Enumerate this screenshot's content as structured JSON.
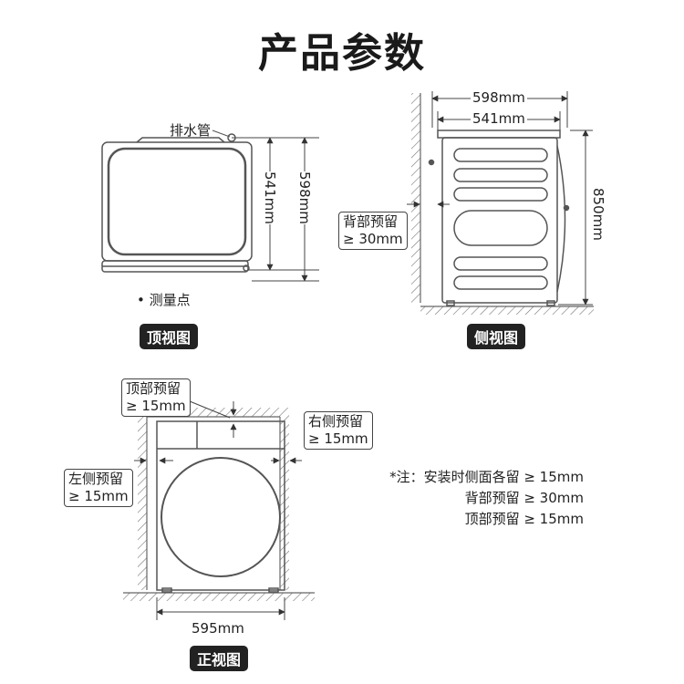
{
  "title": "产品参数",
  "top_view": {
    "label": "顶视图",
    "drain_pipe": "排水管",
    "measure_point": "• 测量点",
    "dim_541": "541mm",
    "dim_598": "598mm"
  },
  "side_view": {
    "label": "侧视图",
    "dim_598": "598mm",
    "dim_541": "541mm",
    "dim_850": "850mm",
    "back_reserve_line1": "背部预留",
    "back_reserve_line2": "≥ 30mm"
  },
  "front_view": {
    "label": "正视图",
    "dim_595": "595mm",
    "top_reserve_line1": "顶部预留",
    "top_reserve_line2": "≥ 15mm",
    "right_reserve_line1": "右侧预留",
    "right_reserve_line2": "≥ 15mm",
    "left_reserve_line1": "左侧预留",
    "left_reserve_line2": "≥ 15mm"
  },
  "notes": {
    "line1": "*注：安装时侧面各留 ≥ 15mm",
    "line2": "背部预留 ≥ 30mm",
    "line3": "顶部预留 ≥ 15mm"
  }
}
